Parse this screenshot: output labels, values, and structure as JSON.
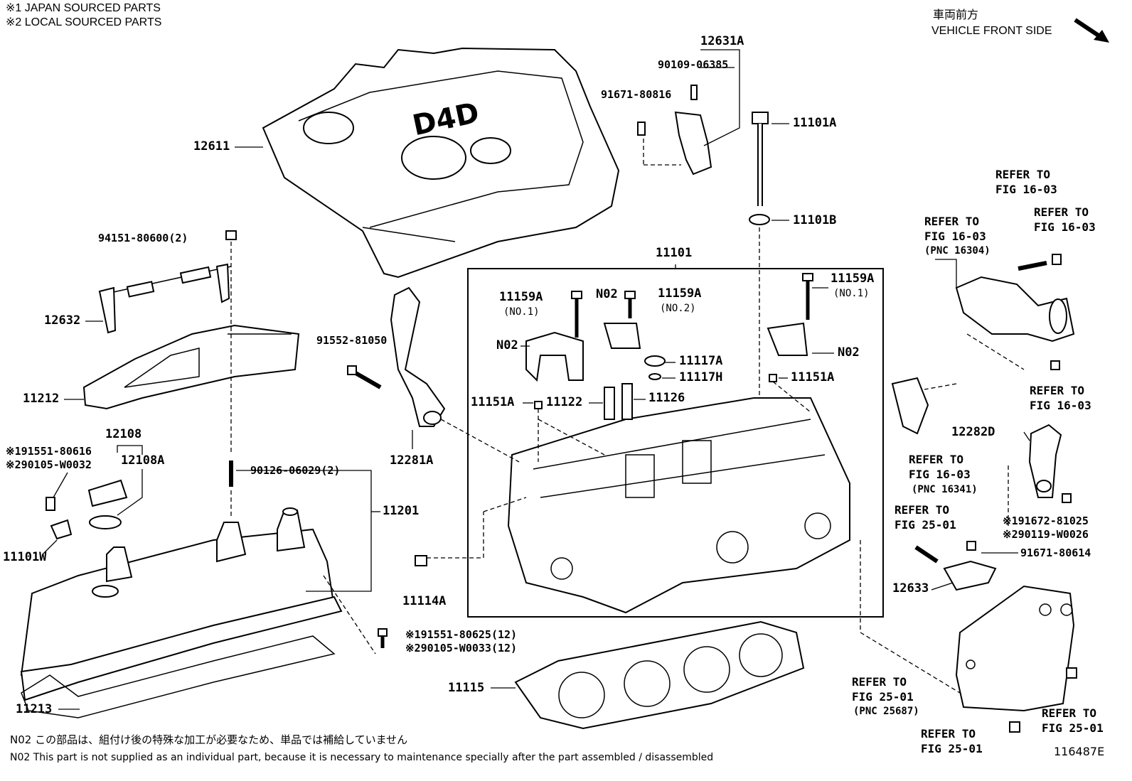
{
  "legend": {
    "japan_sourced": "※1 JAPAN SOURCED PARTS",
    "local_sourced": "※2 LOCAL SOURCED PARTS"
  },
  "orientation": {
    "japanese": "車両前方",
    "english": "VEHICLE FRONT SIDE"
  },
  "parts": {
    "p12631A": "12631A",
    "p90109_06385": "90109-06385",
    "p91671_80816": "91671-80816",
    "p11101A": "11101A",
    "p11101B": "11101B",
    "p12611": "12611",
    "p94151_80600": "94151-80600(2)",
    "p12632": "12632",
    "p11101": "11101",
    "p11159A_left": "11159A",
    "p11159A_left_sub": "(NO.1)",
    "p11159A_mid": "11159A",
    "p11159A_mid_sub": "(NO.2)",
    "p11159A_right": "11159A",
    "p11159A_right_sub": "(NO.1)",
    "pN02_mid": "N02",
    "pN02_left": "N02",
    "pN02_right": "N02",
    "p91552_81050": "91552-81050",
    "p11212": "11212",
    "p11117A": "11117A",
    "p11117H": "11117H",
    "p11151A_right": "11151A",
    "p11151A_left": "11151A",
    "p11122": "11122",
    "p11126": "11126",
    "p12108": "12108",
    "p12108A": "12108A",
    "p191551_80616": "※191551-80616",
    "p290105_W0032": "※290105-W0032",
    "p90126_06029": "90126-06029(2)",
    "p11201": "11201",
    "p12281A": "12281A",
    "p11101W": "11101W",
    "p11114A": "11114A",
    "p191551_80625": "※191551-80625(12)",
    "p290105_W0033": "※290105-W0033(12)",
    "p11115": "11115",
    "p11213": "11213",
    "p12282D": "12282D",
    "p191672_81025": "※191672-81025",
    "p290119_W0026": "※290119-W0026",
    "p91671_80614": "91671-80614",
    "p12633": "12633"
  },
  "references": {
    "ref_16_03_top": "REFER TO\nFIG 16-03",
    "ref_16_03_pnc16304": "REFER TO\nFIG 16-03",
    "pnc16304": "(PNC 16304)",
    "ref_16_03_right": "REFER TO\nFIG 16-03",
    "ref_16_03_lower": "REFER TO\nFIG 16-03",
    "ref_16_03_pnc16341": "REFER TO\nFIG 16-03",
    "pnc16341": "(PNC 16341)",
    "ref_25_01_top": "REFER TO\nFIG 25-01",
    "ref_25_01_pnc25687": "REFER TO\nFIG 25-01",
    "pnc25687": "(PNC 25687)",
    "ref_25_01_bottom": "REFER TO\nFIG 25-01",
    "ref_25_01_right": "REFER TO\nFIG 25-01"
  },
  "cover_logo": "D4D",
  "footnotes": {
    "n02_japanese": "N02  この部品は、組付け後の特殊な加工が必要なため、単品では補給していません",
    "n02_english": "N02  This part is not supplied as an individual part, because it is necessary to maintenance specially after the part assembled / disassembled"
  },
  "figure_id": "116487E"
}
